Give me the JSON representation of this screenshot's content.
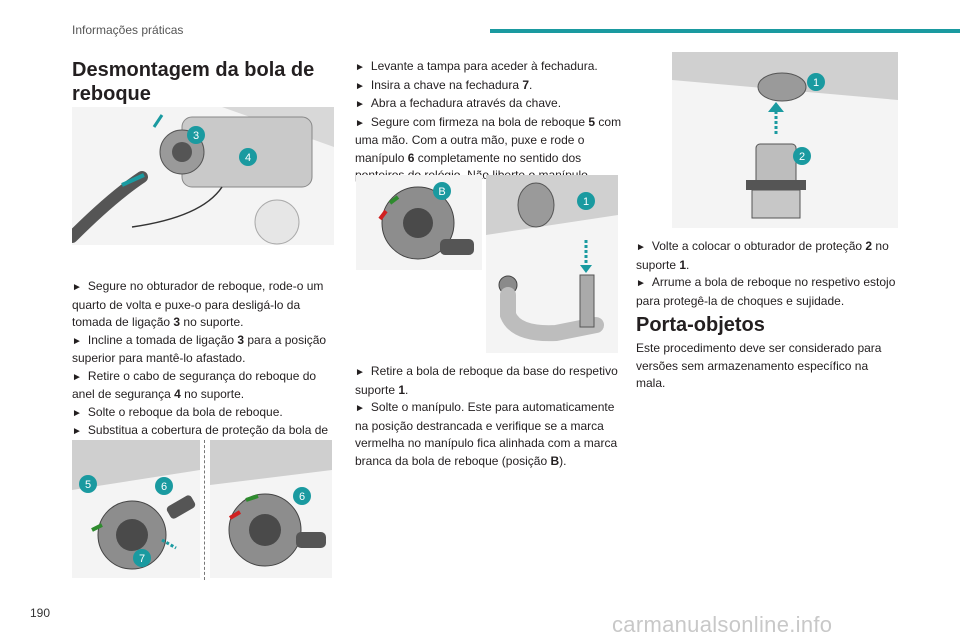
{
  "header": {
    "section": "Informações práticas"
  },
  "page_number": "190",
  "watermark": "carmanualsonline.info",
  "section1": {
    "title": "Desmontagem da bola de reboque",
    "steps_a": [
      {
        "pre": "Segure no obturador de reboque, rode-o um quarto de volta e puxe-o para desligá-lo da tomada de ligação ",
        "num": "3",
        "post": " no suporte."
      },
      {
        "pre": "Incline a tomada de ligação ",
        "num": "3",
        "post": " para a posição superior para mantê-lo afastado."
      },
      {
        "pre": "Retire o cabo de segurança do reboque do anel de segurança ",
        "num": "4",
        "post": " no suporte."
      },
      {
        "pre": "Solte o reboque da bola de reboque.",
        "num": "",
        "post": ""
      },
      {
        "pre": "Substitua a cobertura de proteção da bola de reboque.",
        "num": "",
        "post": ""
      }
    ],
    "steps_b": [
      {
        "pre": "Levante a tampa para aceder à fechadura.",
        "num": "",
        "post": ""
      },
      {
        "pre": "Insira a chave na fechadura ",
        "num": "7",
        "post": "."
      },
      {
        "pre": "Abra a fechadura através da chave.",
        "num": "",
        "post": ""
      },
      {
        "pre": "Segure com firmeza na bola de reboque ",
        "num": "5",
        "post": " com uma mão. Com a outra mão, puxe e rode o manípulo "
      },
      {
        "pre": "",
        "num": "6",
        "post": " completamente no sentido dos ponteiros do relógio. Não liberte o manípulo."
      }
    ],
    "steps_c": [
      {
        "pre": "Retire a bola de reboque da base do respetivo suporte ",
        "num": "1",
        "post": "."
      },
      {
        "pre": "Solte o manípulo. Este para automaticamente na posição destrancada e verifique se a marca vermelha no manípulo fica alinhada com a marca branca da bola de reboque (posição ",
        "num": "B",
        "post": ")."
      }
    ],
    "steps_d": [
      {
        "pre": "Volte a colocar o obturador de proteção ",
        "num": "2",
        "post": " no suporte "
      },
      {
        "pre": "",
        "num": "1",
        "post": "."
      },
      {
        "pre": "Arrume a bola de reboque no respetivo estojo para protegê-la de choques e sujidade.",
        "num": "",
        "post": ""
      }
    ]
  },
  "section2": {
    "title": "Porta-objetos",
    "text": "Este procedimento deve ser considerado para versões sem armazenamento específico na mala."
  },
  "figures": {
    "fig1": {
      "labels": [
        "3",
        "4"
      ]
    },
    "fig2": {
      "labels": [
        "5",
        "6",
        "7"
      ]
    },
    "fig3": {
      "labels": [
        "6"
      ]
    },
    "fig4": {
      "labels": [
        "B"
      ]
    },
    "fig5": {
      "labels": [
        "1"
      ]
    },
    "fig6": {
      "labels": [
        "1",
        "2"
      ]
    }
  },
  "colors": {
    "accent": "#1a9aa0",
    "text": "#231f20"
  }
}
